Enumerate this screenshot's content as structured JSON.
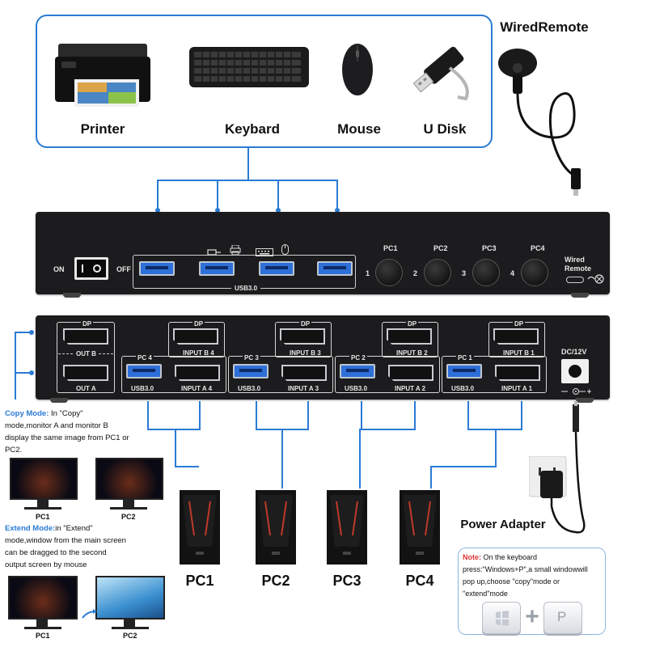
{
  "peripherals": [
    {
      "label": "Printer",
      "icon": "printer-icon"
    },
    {
      "label": "Keybard",
      "icon": "keyboard-icon"
    },
    {
      "label": "Mouse",
      "icon": "mouse-icon"
    },
    {
      "label": "U Disk",
      "icon": "usb-disk-icon"
    }
  ],
  "remote": {
    "title": "WiredRemote"
  },
  "front_panel": {
    "on": "ON",
    "off": "OFF",
    "usb_label": "USB3.0",
    "pc_buttons": [
      "PC1",
      "PC2",
      "PC3",
      "PC4"
    ],
    "port_numbers": [
      "1",
      "2",
      "3",
      "4"
    ],
    "wired_remote": "Wired Remote"
  },
  "rear_panel": {
    "dp": "DP",
    "out_b": "OUT B",
    "out_a": "OUT A",
    "groups": [
      {
        "pc": "PC 4",
        "input_b": "INPUT B 4",
        "usb": "USB3.0",
        "input_a": "INPUT A 4"
      },
      {
        "pc": "PC 3",
        "input_b": "INPUT B 3",
        "usb": "USB3.0",
        "input_a": "INPUT A 3"
      },
      {
        "pc": "PC 2",
        "input_b": "INPUT B 2",
        "usb": "USB3.0",
        "input_a": "INPUT A 2"
      },
      {
        "pc": "PC 1",
        "input_b": "INPUT B 1",
        "usb": "USB3.0",
        "input_a": "INPUT A 1"
      }
    ],
    "dc": "DC/12V"
  },
  "copy_mode": {
    "title": "Copy Mode:",
    "text_1": " In \"Copy\"",
    "text_2": "mode,monitor A and monitor B",
    "text_3": "display the same image from PC1 or",
    "text_4": "PC2.",
    "pc1": "PC1",
    "pc2": "PC2"
  },
  "extend_mode": {
    "title": "Extend Mode:",
    "text_1": "in \"Extend\"",
    "text_2": "mode,window from the main screen",
    "text_3": "can be dragged to the second",
    "text_4": "output screen by mouse",
    "pc1": "PC1",
    "pc2": "PC2"
  },
  "computers": [
    "PC1",
    "PC2",
    "PC3",
    "PC4"
  ],
  "power_adapter": "Power Adapter",
  "note": {
    "title": "Note:",
    "line_1": " On the keyboard",
    "line_2": "press:\"Windows+P\",a small windowwill",
    "line_3": "pop up,choose \"copy\"mode or",
    "line_4": "\"extend\"mode",
    "plus": "+",
    "p_key": "P"
  }
}
